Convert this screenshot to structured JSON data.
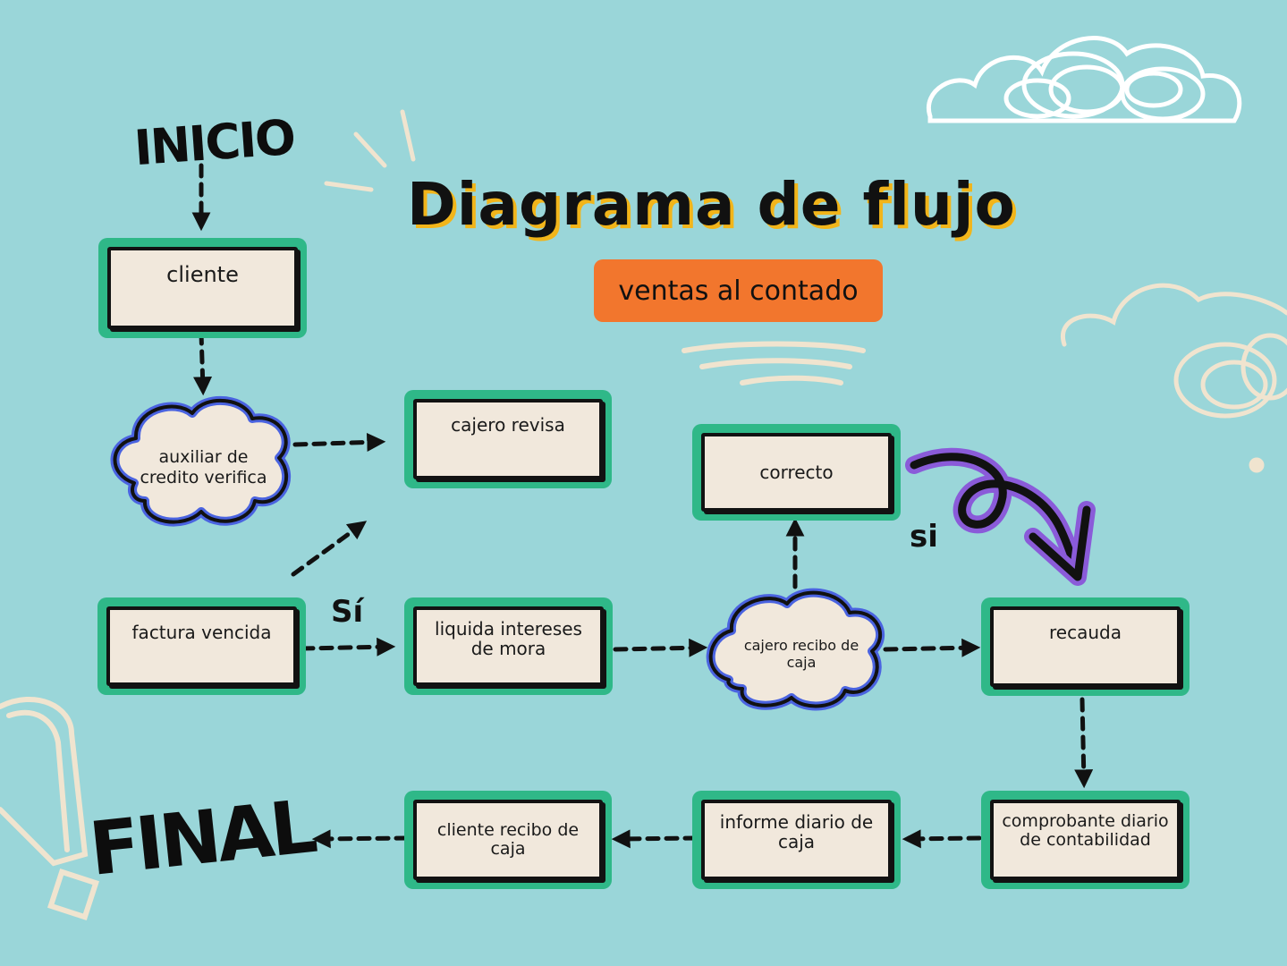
{
  "title": "Diagrama de flujo",
  "subtitle": "ventas al contado",
  "start_label": "INICIO",
  "end_label": "FINAL",
  "nodes": {
    "cliente": "cliente",
    "auxiliar": "auxiliar de credito verifica",
    "cajero_revisa": "cajero revisa",
    "correcto": "correcto",
    "factura_vencida": "factura vencida",
    "liquida": "liquida intereses de mora",
    "cajero_recibo": "cajero recibo de caja",
    "recauda": "recauda",
    "comprobante": "comprobante diario de contabilidad",
    "informe": "informe diario de caja",
    "cliente_recibo": "cliente recibo de caja"
  },
  "edge_labels": {
    "si_factura": "Sí",
    "si_correcto": "si"
  },
  "colors": {
    "background": "#9ad6d9",
    "box_border": "#2fb888",
    "box_fill": "#f1e8dc",
    "cloud_border": "#4a63e0",
    "accent_orange": "#f2762d",
    "title_shadow": "#f2b51a",
    "swirl_arrow": "#8a5bd9"
  }
}
